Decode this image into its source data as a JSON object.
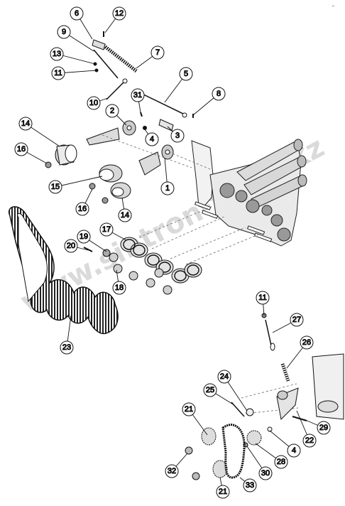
{
  "watermark": "www.sintron-tools.kz",
  "corner_mark": "⌐",
  "callouts": {
    "c1": "1",
    "c2": "2",
    "c3": "3",
    "c4a": "4",
    "c4b": "4",
    "c5": "5",
    "c6": "6",
    "c7": "7",
    "c8": "8",
    "c9": "9",
    "c10": "10",
    "c11a": "11",
    "c11b": "11",
    "c12": "12",
    "c13": "13",
    "c14a": "14",
    "c14b": "14",
    "c15": "15",
    "c16a": "16",
    "c16b": "16",
    "c17": "17",
    "c18": "18",
    "c19": "19",
    "c20": "20",
    "c21a": "21",
    "c21b": "21",
    "c22": "22",
    "c23": "23",
    "c24": "24",
    "c25": "25",
    "c26": "26",
    "c27": "27",
    "c28": "28",
    "c29": "29",
    "c30": "30",
    "c31": "31",
    "c32": "32",
    "c33": "33"
  }
}
